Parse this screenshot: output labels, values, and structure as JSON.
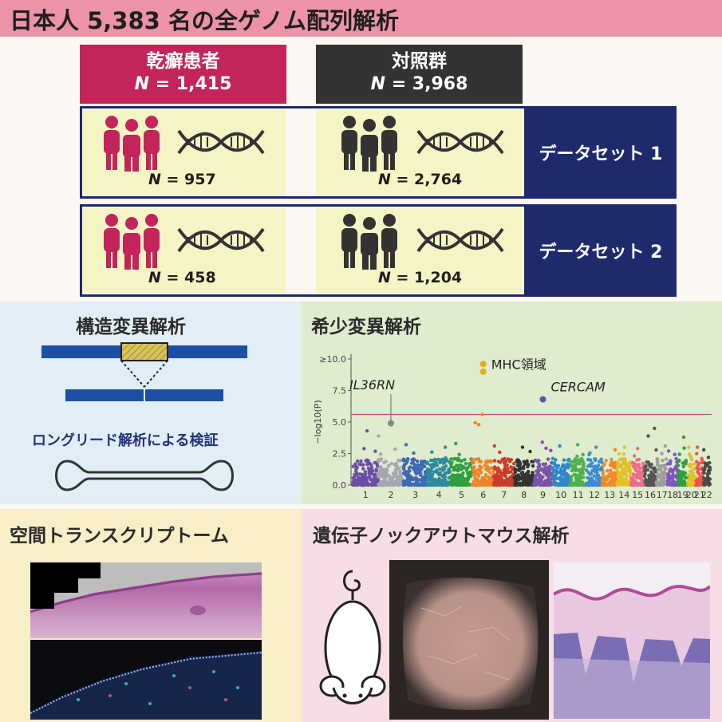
{
  "title": "日本人 5,383 名の全ゲノム配列解析",
  "groups": {
    "patients": {
      "label": "乾癬患者",
      "n_prefix": "N",
      "n_text": " = 1,415"
    },
    "controls": {
      "label": "対照群",
      "n_prefix": "N",
      "n_text": " = 3,968"
    }
  },
  "datasets": [
    {
      "label": "データセット 1",
      "patients_n": " = 957",
      "controls_n": " = 2,764"
    },
    {
      "label": "データセット 2",
      "patients_n": " = 458",
      "controls_n": " = 1,204"
    }
  ],
  "n_symbol": "N",
  "structural": {
    "title": "構造変異解析",
    "subtitle": "ロングリード解析による検証"
  },
  "rare_variant": {
    "title": "希少変異解析"
  },
  "spatial": {
    "title": "空間トランスクリプトーム"
  },
  "knockout": {
    "title": "遺伝子ノックアウトマウス解析"
  },
  "colors": {
    "patients": "#c4245c",
    "controls": "#333333",
    "dataset_blue": "#1e2a6c",
    "panel_yellow": "#f4f4c4",
    "title_pink": "#ec93a8"
  },
  "chart_data": {
    "type": "scatter",
    "subtype": "manhattan",
    "title": "",
    "xlabel": "",
    "ylabel": "−log10(P)",
    "ylim": [
      0,
      10
    ],
    "yticks": [
      "0.0",
      "2.5",
      "5.0",
      "7.5",
      "≥10.0"
    ],
    "categories": [
      "1",
      "2",
      "3",
      "4",
      "5",
      "6",
      "7",
      "8",
      "9",
      "10",
      "11",
      "12",
      "13",
      "14",
      "15",
      "16",
      "17",
      "18",
      "19",
      "20",
      "21",
      "22"
    ],
    "threshold": 5.6,
    "annotations": [
      {
        "label": "MHC領域",
        "chromosome": "6",
        "values": [
          9.6,
          9.0
        ],
        "italic": false
      },
      {
        "label": "IL36RN",
        "chromosome": "2",
        "values": [
          4.9
        ],
        "italic": true
      },
      {
        "label": "CERCAM",
        "chromosome": "9",
        "values": [
          6.8
        ],
        "italic": true
      }
    ],
    "series": [
      {
        "name": "",
        "values_max": [
          4.3,
          3.9,
          3.2,
          3.0,
          3.3,
          5.6,
          3.1,
          3.0,
          3.4,
          3.1,
          3.2,
          3.0,
          2.8,
          3.0,
          2.9,
          4.5,
          3.1,
          2.7,
          3.8,
          3.0,
          3.0,
          2.8
        ]
      }
    ],
    "chromosome_colors": [
      "#6d4ea6",
      "#a6a6b0",
      "#3f69b5",
      "#2f8a9d",
      "#2e9f3e",
      "#f0842b",
      "#c93d2b",
      "#333333",
      "#7a52a8",
      "#2f86c9",
      "#4caf50",
      "#3e8bd0",
      "#ef8a2a",
      "#e0c127",
      "#f06a8a",
      "#555555",
      "#9e9e9e",
      "#7e57c2",
      "#2e9f3e",
      "#e0c127",
      "#ef5350",
      "#4a4a4a"
    ]
  }
}
